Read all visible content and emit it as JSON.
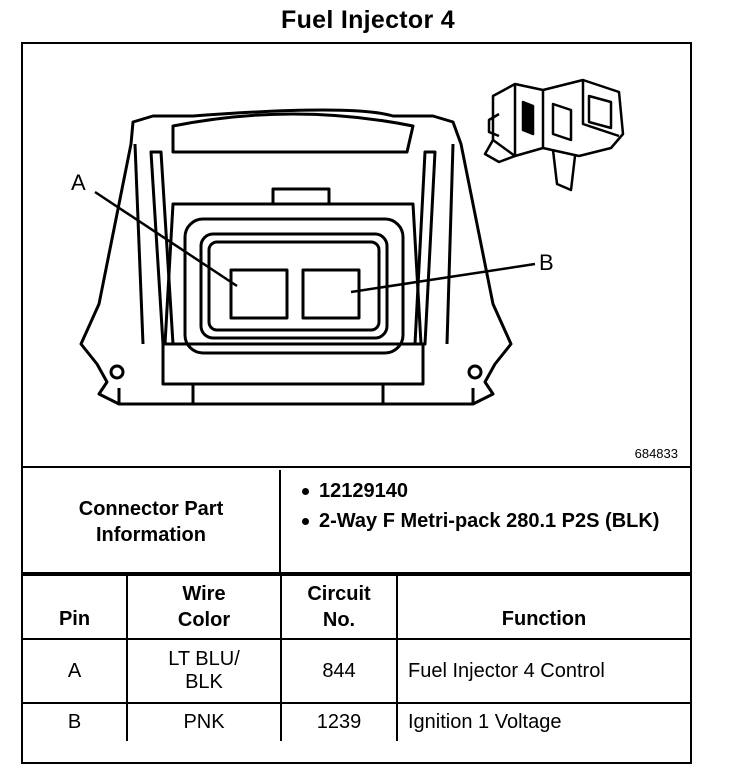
{
  "title": "Fuel Injector 4",
  "figure": {
    "number": "684833",
    "callout_a": "A",
    "callout_b": "B"
  },
  "connector_info": {
    "label_line1": "Connector Part",
    "label_line2": "Information",
    "items": [
      "12129140",
      "2-Way F Metri-pack 280.1 P2S (BLK)"
    ]
  },
  "table": {
    "headers": {
      "pin": "Pin",
      "wire_color_line1": "Wire",
      "wire_color_line2": "Color",
      "circuit_line1": "Circuit",
      "circuit_line2": "No.",
      "function": "Function"
    },
    "rows": [
      {
        "pin": "A",
        "wire_line1": "LT BLU/",
        "wire_line2": "BLK",
        "circuit": "844",
        "function": "Fuel Injector 4 Control"
      },
      {
        "pin": "B",
        "wire_line1": "PNK",
        "wire_line2": "",
        "circuit": "1239",
        "function": "Ignition 1 Voltage"
      }
    ]
  }
}
